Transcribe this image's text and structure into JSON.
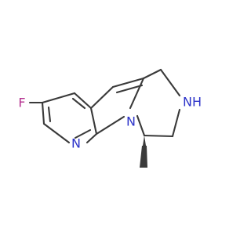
{
  "molecule": {
    "atoms": {
      "fluorine": {
        "symbol": "F",
        "color": "#b4308f"
      },
      "pyridine_n": {
        "symbol": "N",
        "color": "#2c33c9"
      },
      "indole_n": {
        "symbol": "N",
        "color": "#2c33c9"
      },
      "amine_nh": {
        "symbol": "NH",
        "color": "#2c33c9"
      }
    },
    "bond_color": "#3a3a3a",
    "stereo": {
      "methyl_wedge": "bold"
    }
  }
}
